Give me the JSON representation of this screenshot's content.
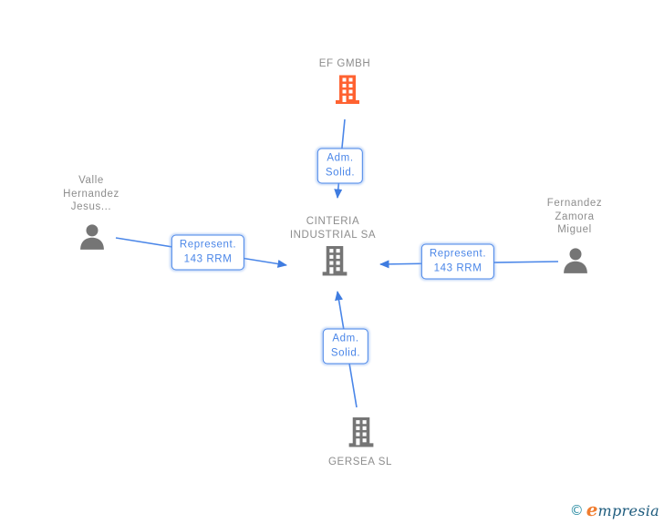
{
  "nodes": {
    "ef_gmbh": {
      "label": "EF GMBH",
      "type": "company"
    },
    "cinteria": {
      "label": "CINTERIA\nINDUSTRIAL SA",
      "type": "company"
    },
    "gersea": {
      "label": "GERSEA SL",
      "type": "company"
    },
    "valle": {
      "label": "Valle\nHernandez\nJesus...",
      "type": "person"
    },
    "fernandez": {
      "label": "Fernandez\nZamora\nMiguel",
      "type": "person"
    }
  },
  "edges": {
    "top": {
      "label": "Adm.\nSolid.",
      "from": "ef_gmbh",
      "to": "cinteria"
    },
    "left": {
      "label": "Represent.\n143 RRM",
      "from": "valle",
      "to": "cinteria"
    },
    "right": {
      "label": "Represent.\n143 RRM",
      "from": "fernandez",
      "to": "cinteria"
    },
    "bottom": {
      "label": "Adm.\nSolid.",
      "from": "gersea",
      "to": "cinteria"
    }
  },
  "colors": {
    "edge_blue": "#4a86e8",
    "arrowhead_blue": "#3f7ce0",
    "company_orange": "#ff6231",
    "node_gray": "#757575",
    "label_gray": "#8d8d8d",
    "logo_teal": "#2a8ca3",
    "logo_orange": "#f07d30",
    "logo_navy": "#1d5b7d"
  },
  "logo": {
    "copyright": "©",
    "brand_initial": "e",
    "brand_rest": "mpresia"
  }
}
